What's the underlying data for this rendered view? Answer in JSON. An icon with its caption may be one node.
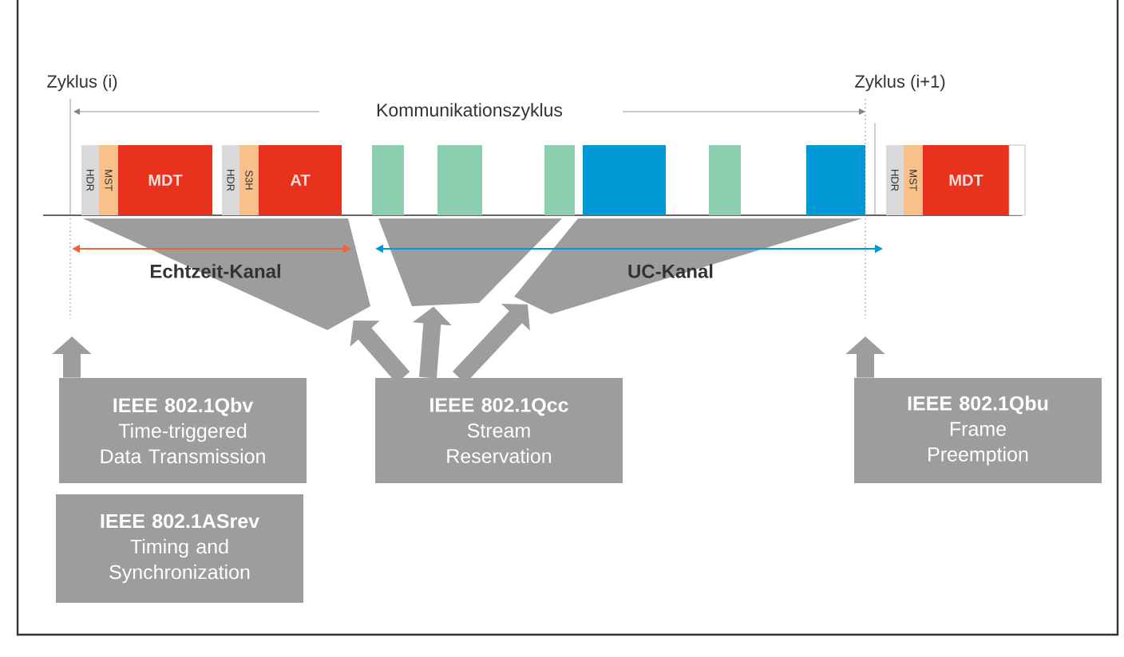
{
  "diagram": {
    "nodes": [
      {
        "text": [
          "HDR"
        ]
      },
      {
        "text": [
          "MST"
        ]
      },
      {
        "text": [
          "MDT"
        ]
      },
      {
        "text": [
          "HDR"
        ]
      },
      {
        "text": [
          "S3H"
        ]
      },
      {
        "text": [
          "AT"
        ]
      },
      {
        "text": [],
        "shape": "box"
      },
      {
        "text": [],
        "shape": "box"
      },
      {
        "text": [],
        "shape": "box"
      },
      {
        "text": [],
        "shape": "box"
      },
      {
        "text": [],
        "shape": "box"
      },
      {
        "text": [],
        "shape": "box"
      },
      {
        "text": [
          "HDR"
        ]
      },
      {
        "text": [
          "MST"
        ]
      },
      {
        "text": [
          "MDT"
        ]
      },
      {
        "text": [],
        "shape": "box"
      },
      {
        "text": [
          "IEEE 802.1Qbv",
          "Time-triggered Data Transmission"
        ]
      },
      {
        "text": [
          "IEEE 802.1ASrev",
          "Timing and Synchronization"
        ]
      },
      {
        "text": [
          "IEEE 802.1Qcc",
          "Stream Reservation"
        ]
      },
      {
        "text": [
          "IEEE 802.1Qbu",
          "Frame Preemption"
        ]
      },
      {
        "text": [],
        "shape": "funnel"
      },
      {
        "text": [],
        "shape": "funnel"
      },
      {
        "text": [],
        "shape": "funnel"
      }
    ],
    "edges": [
      {
        "from": 16,
        "to": null,
        "arrow": "to"
      },
      {
        "from": 18,
        "to": 21,
        "arrow": "to"
      },
      {
        "from": 18,
        "to": 20,
        "arrow": "to"
      },
      {
        "from": 18,
        "to": 22,
        "arrow": "to"
      },
      {
        "from": 19,
        "to": null,
        "arrow": "to"
      }
    ],
    "labels": [
      "Zyklus (i)",
      "Kommunikationszyklus",
      "Zyklus (i+1)",
      "Echtzeit-Kanal",
      "UC-Kanal"
    ]
  }
}
